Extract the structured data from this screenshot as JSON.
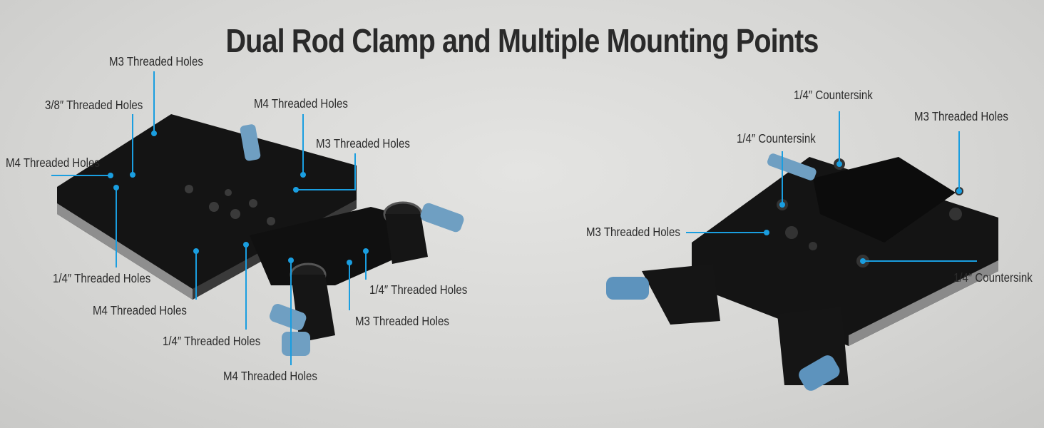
{
  "title": "Dual Rod Clamp and Multiple Mounting Points",
  "accent_color": "#1a9ee0",
  "left_view": {
    "labels": [
      "M3 Threaded Holes",
      "3/8″ Threaded Holes",
      "M4 Threaded Holes",
      "M4 Threaded Holes",
      "M3 Threaded Holes",
      "1/4″  Threaded Holes",
      "M4  Threaded Holes",
      "1/4″  Threaded Holes",
      "1/4″ Threaded Holes",
      "M3 Threaded Holes",
      "M4 Threaded Holes"
    ]
  },
  "right_view": {
    "labels": [
      "1/4″ Countersink",
      "1/4″ Countersink",
      "M3 Threaded Holes",
      "M3 Threaded Holes",
      "1/4″ Countersink"
    ]
  }
}
